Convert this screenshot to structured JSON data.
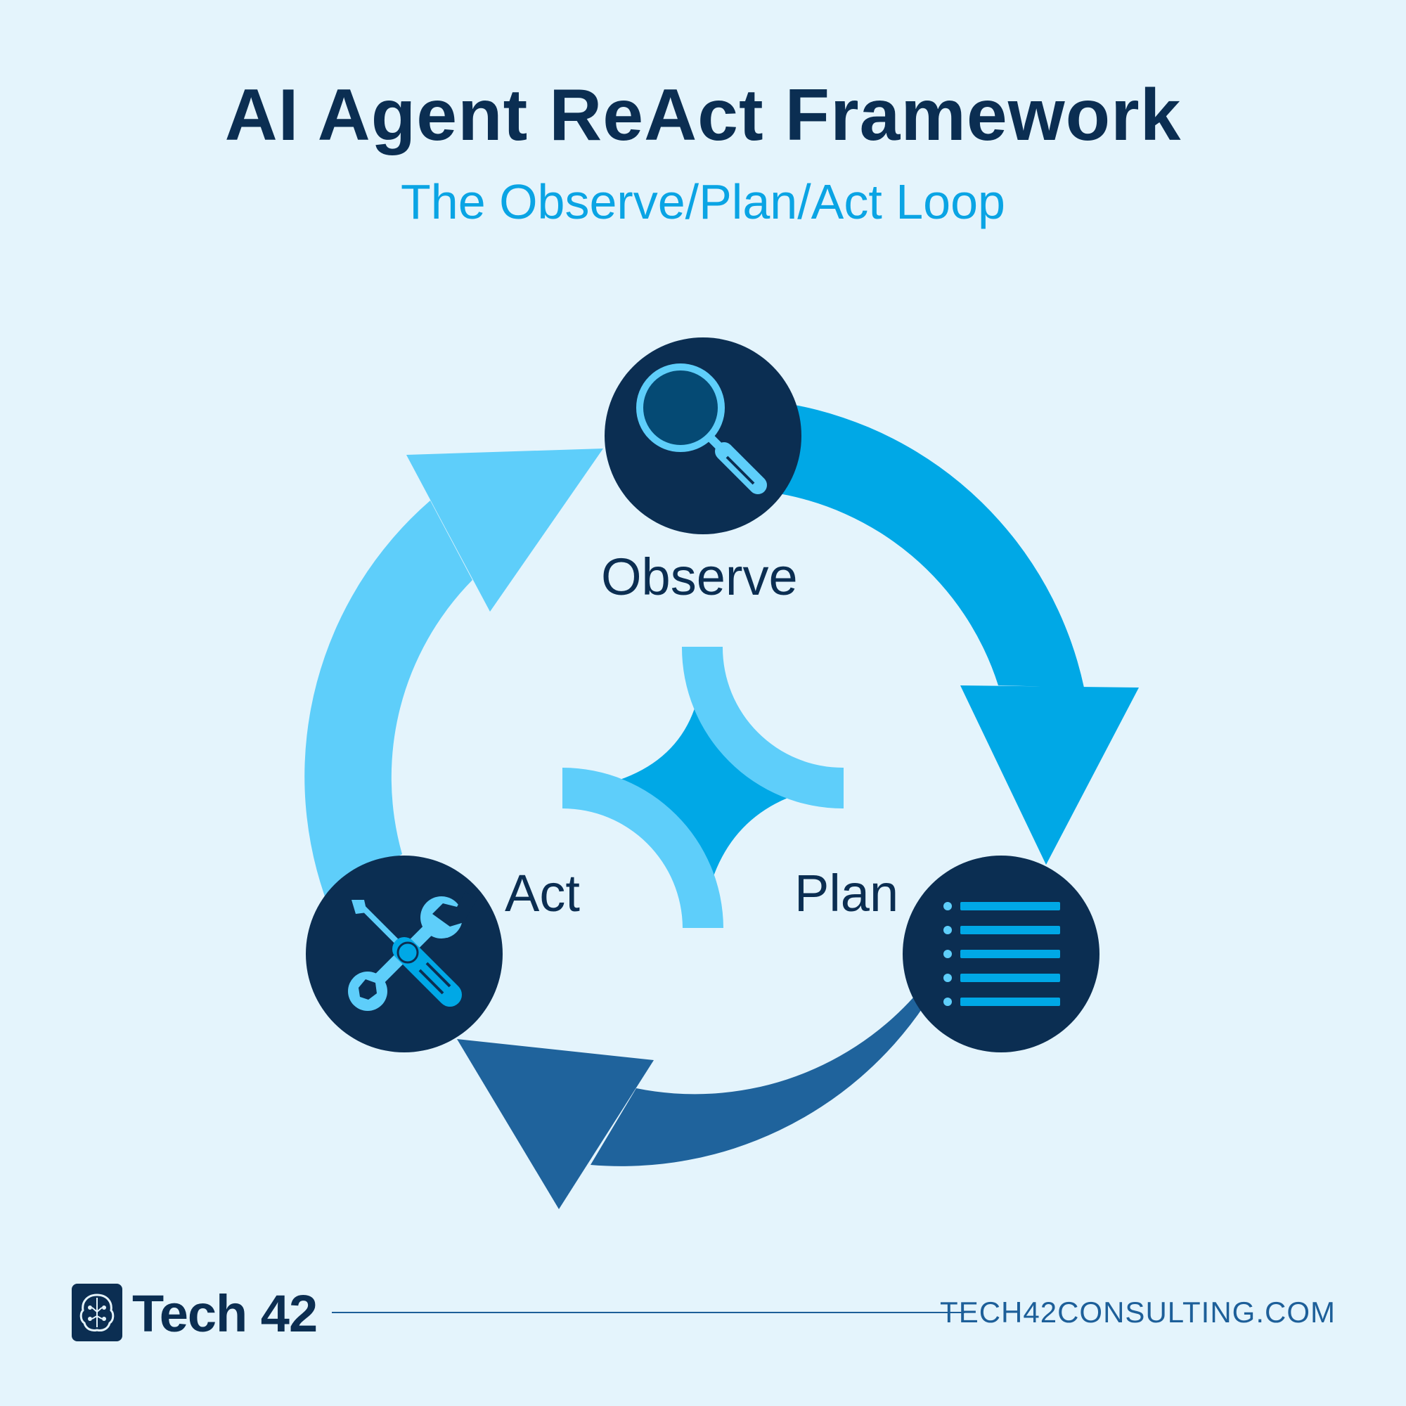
{
  "header": {
    "title": "AI Agent ReAct Framework",
    "subtitle": "The Observe/Plan/Act Loop"
  },
  "steps": [
    {
      "label": "Observe",
      "icon": "magnifying-glass-icon"
    },
    {
      "label": "Plan",
      "icon": "list-icon"
    },
    {
      "label": "Act",
      "icon": "wrench-screwdriver-icon"
    }
  ],
  "footer": {
    "brand": "Tech 42",
    "website": "TECH42CONSULTING.COM",
    "logo_icon": "brain-circuit-icon"
  },
  "colors": {
    "background": "#e4f4fc",
    "navy": "#0b2e52",
    "arrow_observe_to_plan": "#00a8e6",
    "arrow_plan_to_act": "#1f639c",
    "arrow_act_to_observe": "#5ecefa",
    "light_accent": "#5ecefa"
  }
}
